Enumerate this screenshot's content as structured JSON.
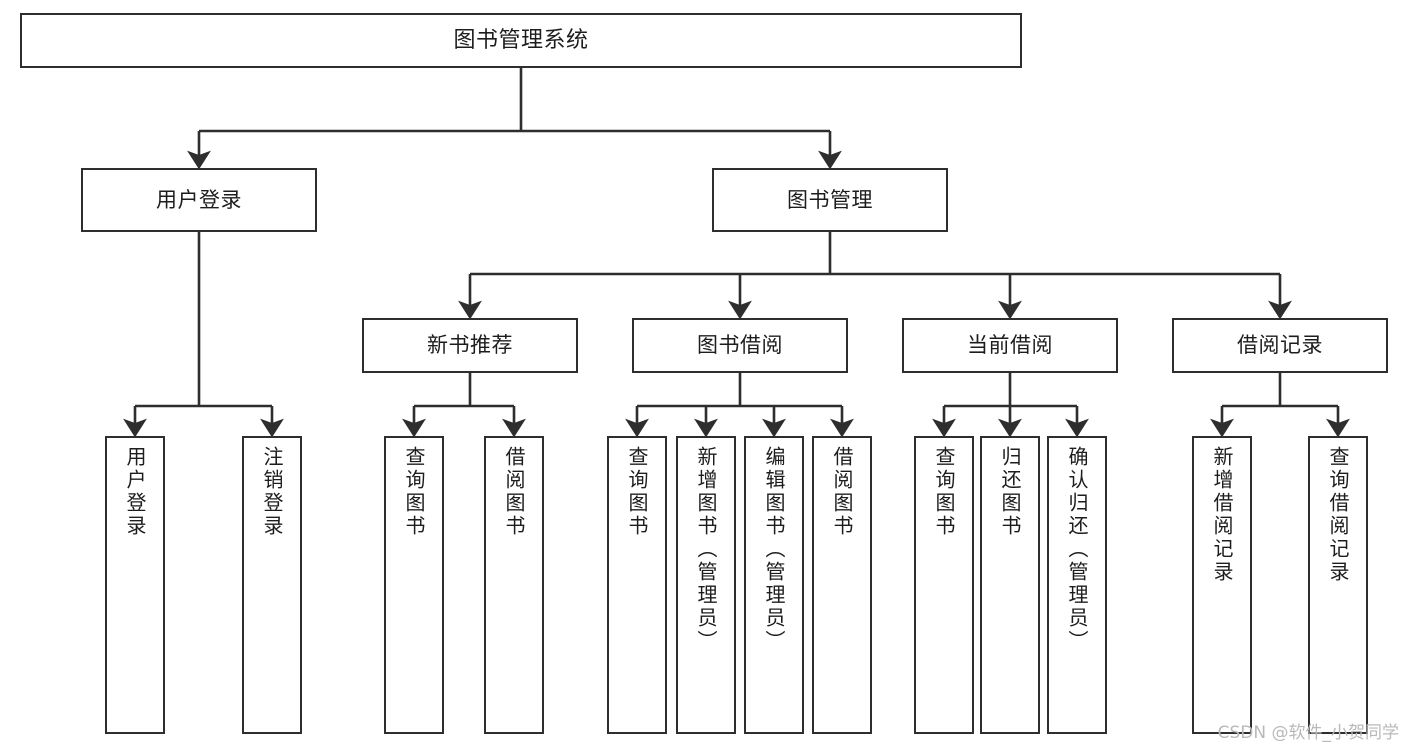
{
  "diagram": {
    "title": "图书管理系统",
    "type": "tree-hierarchy-chart",
    "watermark": "CSDN @软件_小贺同学",
    "colors": {
      "node_border": "#2e2e2e",
      "node_fill": "#ffffff",
      "edge": "#2e2e2e",
      "text": "#1d1d1d",
      "watermark": "#b9b9b9",
      "background": "#ffffff"
    },
    "root": {
      "label": "图书管理系统"
    },
    "level2": [
      {
        "label": "用户登录"
      },
      {
        "label": "图书管理"
      }
    ],
    "level3": [
      {
        "label": "新书推荐"
      },
      {
        "label": "图书借阅"
      },
      {
        "label": "当前借阅"
      },
      {
        "label": "借阅记录"
      }
    ],
    "leaves": {
      "user_login": [
        {
          "label": "用户登录"
        },
        {
          "label": "注销登录"
        }
      ],
      "new_book_recommend": [
        {
          "label": "查询图书"
        },
        {
          "label": "借阅图书"
        }
      ],
      "book_borrow": [
        {
          "label": "查询图书"
        },
        {
          "label": "新增图书（管理员）"
        },
        {
          "label": "编辑图书（管理员）"
        },
        {
          "label": "借阅图书"
        }
      ],
      "current_borrow": [
        {
          "label": "查询图书"
        },
        {
          "label": "归还图书"
        },
        {
          "label": "确认归还（管理员）"
        }
      ],
      "borrow_record": [
        {
          "label": "新增借阅记录"
        },
        {
          "label": "查询借阅记录"
        }
      ]
    }
  }
}
